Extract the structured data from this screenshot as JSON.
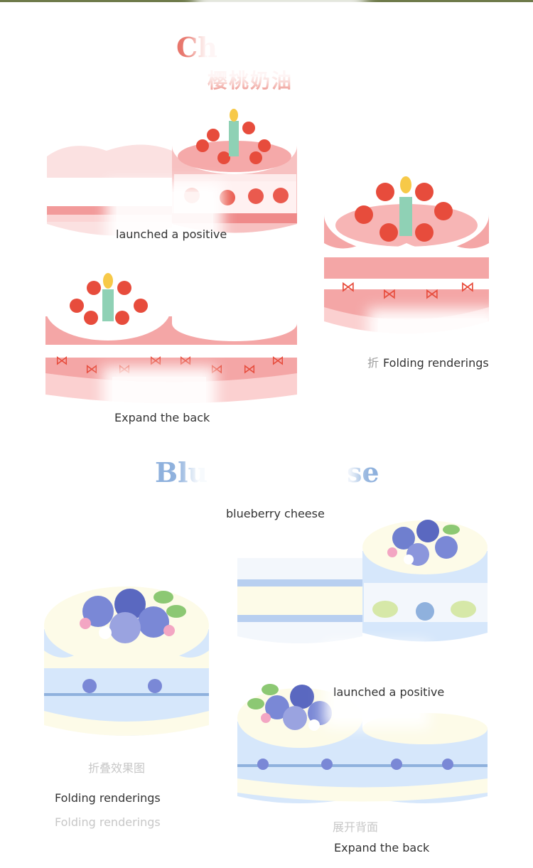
{
  "sections": {
    "cherry": {
      "title": "Ch",
      "subtitle_cn": "樱桃奶油",
      "captions": {
        "positive": "launched a positive",
        "folding_glyph": "折",
        "folding": "Folding renderings",
        "back": "Expand the back"
      }
    },
    "blueberry": {
      "title_left": "Blu",
      "title_right": "se",
      "subtitle": "blueberry cheese",
      "captions": {
        "positive": "launched a positive",
        "folding": "Folding renderings",
        "folding_faint_cn": "折叠效果图",
        "folding_faint": "Folding renderings",
        "back_faint_cn": "展开背面",
        "back": "Expand the back"
      }
    }
  },
  "colors": {
    "cherry_accent": "#e8766c",
    "cherry_pink": "#f3a4a4",
    "blueberry_accent": "#8fb1dd",
    "blueberry_light": "#d6e7fb"
  }
}
